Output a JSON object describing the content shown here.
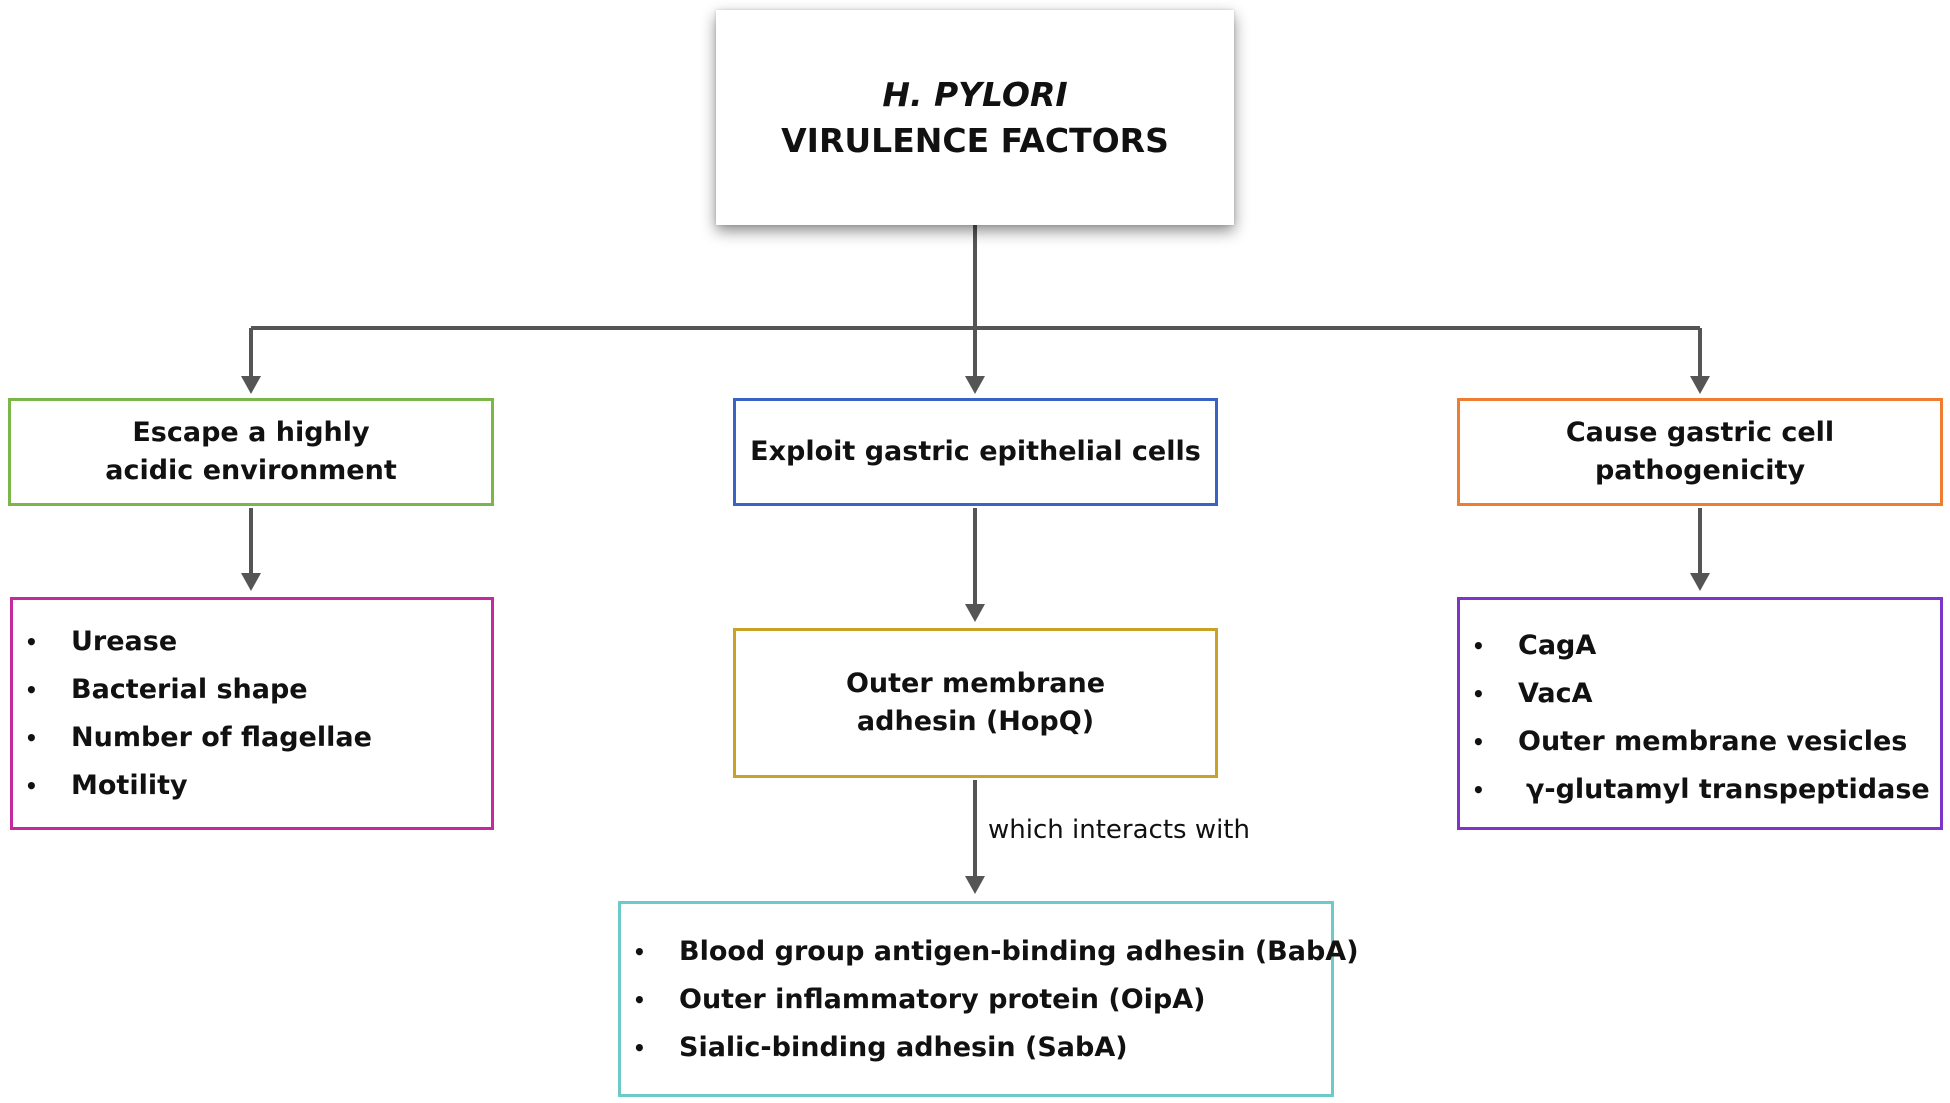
{
  "title": {
    "line1": "H. PYLORI",
    "line2": "VIRULENCE FACTORS"
  },
  "branches": [
    {
      "category": "Escape a highly acidic environment",
      "color": "#7ab648",
      "items_color": "#c42a9e",
      "items": [
        "Urease",
        "Bacterial shape",
        "Number of flagellae",
        "Motility"
      ]
    },
    {
      "category": "Exploit gastric epithelial cells",
      "color": "#3b63c4",
      "adhesin": "Outer membrane adhesin (HopQ)",
      "adhesin_color": "#c9a227",
      "edge_label": "which interacts with",
      "items_color": "#6ec9c9",
      "items": [
        "Blood group antigen-binding adhesin (BabA)",
        "Outer inflammatory protein (OipA)",
        "Sialic-binding adhesin (SabA)"
      ]
    },
    {
      "category": "Cause gastric cell pathogenicity",
      "color": "#ee7d2f",
      "items_color": "#7d35c9",
      "items": [
        "CagA",
        "VacA",
        "Outer membrane vesicles",
        "γ-glutamyl transpeptidase"
      ]
    }
  ],
  "bullet_symbol": "•",
  "connector_color": "#555555"
}
